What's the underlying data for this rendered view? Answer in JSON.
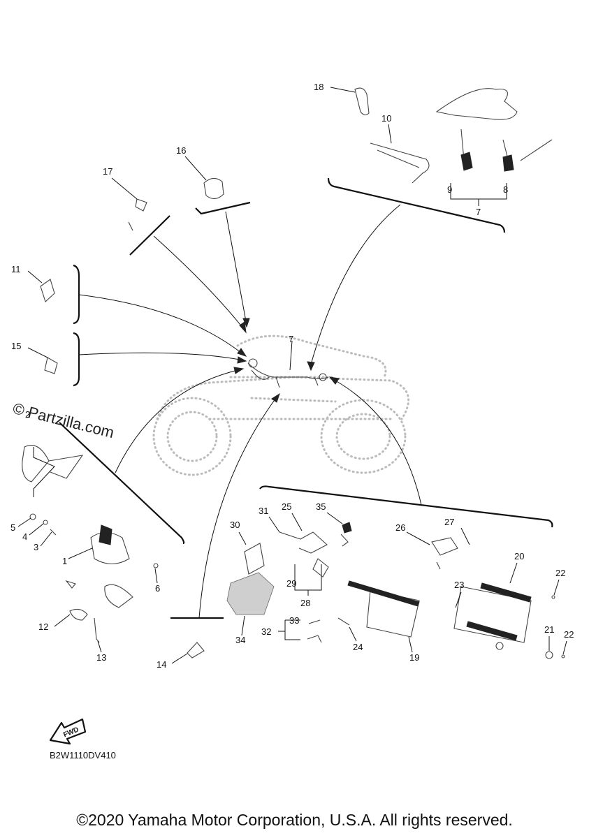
{
  "watermark": "© Partzilla.com",
  "diagram_code": "B2W1110DV410",
  "fwd_label": "FWD",
  "copyright": "©2020 Yamaha Motor Corporation, U.S.A. All rights reserved.",
  "callouts": {
    "c1": "1",
    "c2": "2",
    "c3": "3",
    "c4": "4",
    "c5": "5",
    "c6": "6",
    "c7a": "7",
    "c7b": "7",
    "c8": "8",
    "c9": "9",
    "c10": "10",
    "c11": "11",
    "c12": "12",
    "c13": "13",
    "c14": "14",
    "c15": "15",
    "c16": "16",
    "c17": "17",
    "c18": "18",
    "c19": "19",
    "c20": "20",
    "c21": "21",
    "c22a": "22",
    "c22b": "22",
    "c23": "23",
    "c24": "24",
    "c25": "25",
    "c26": "26",
    "c27": "27",
    "c28": "28",
    "c29": "29",
    "c30": "30",
    "c31": "31",
    "c32": "32",
    "c33": "33",
    "c34": "34",
    "c35": "35"
  }
}
